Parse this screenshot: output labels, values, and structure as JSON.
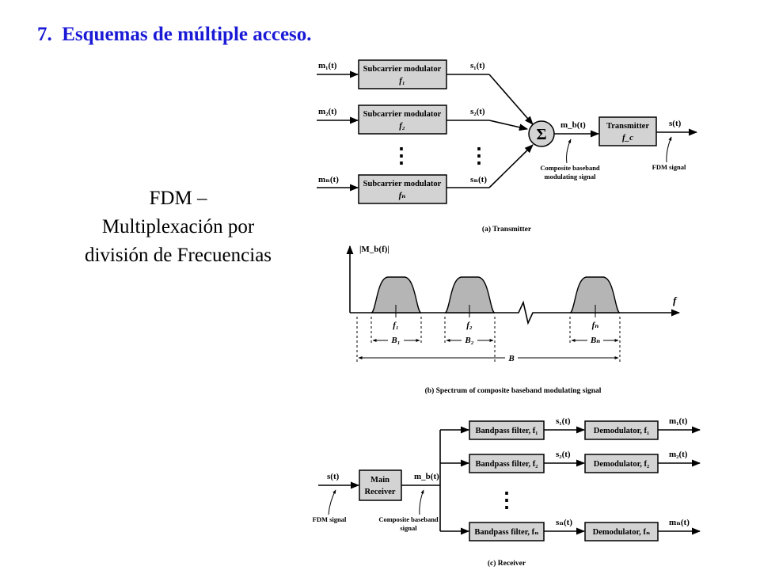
{
  "slide": {
    "title": "7.  Esquemas de múltiple acceso.",
    "subtitle_lines": [
      "FDM –",
      "Multiplexación por",
      "división de Frecuencias"
    ]
  },
  "transmitter": {
    "caption": "(a) Transmitter",
    "dots": "⋮",
    "channels": [
      {
        "input": "m₁(t)",
        "box_line1": "Subcarrier modulator",
        "box_line2": "f₁",
        "output": "s₁(t)"
      },
      {
        "input": "m₂(t)",
        "box_line1": "Subcarrier modulator",
        "box_line2": "f₂",
        "output": "s₂(t)"
      },
      {
        "input": "mₙ(t)",
        "box_line1": "Subcarrier modulator",
        "box_line2": "fₙ",
        "output": "sₙ(t)"
      }
    ],
    "sum_symbol": "Σ",
    "baseband_label": "m_b(t)",
    "tx_box_line1": "Transmitter",
    "tx_box_line2": "f_c",
    "output_label": "s(t)",
    "note_baseband_line1": "Composite baseband",
    "note_baseband_line2": "modulating signal",
    "note_fdm": "FDM signal"
  },
  "spectrum": {
    "caption": "(b) Spectrum of composite baseband modulating signal",
    "y_label": "|M_b(f)|",
    "x_label": "f",
    "bands": [
      {
        "center": "f₁",
        "width": "B₁"
      },
      {
        "center": "f₂",
        "width": "B₂"
      },
      {
        "center": "fₙ",
        "width": "Bₙ"
      }
    ],
    "total": "B"
  },
  "receiver": {
    "caption": "(c) Receiver",
    "input_label": "s(t)",
    "main_line1": "Main",
    "main_line2": "Receiver",
    "baseband_label": "m_b(t)",
    "note_fdm": "FDM signal",
    "note_baseband_line1": "Composite baseband",
    "note_baseband_line2": "signal",
    "dots": "⋮",
    "channels": [
      {
        "filter": "Bandpass filter, f₁",
        "mid": "s₁(t)",
        "demod": "Demodulator, f₁",
        "output": "m₁(t)"
      },
      {
        "filter": "Bandpass filter, f₂",
        "mid": "s₂(t)",
        "demod": "Demodulator, f₂",
        "output": "m₂(t)"
      },
      {
        "filter": "Bandpass filter, fₙ",
        "mid": "sₙ(t)",
        "demod": "Demodulator, fₙ",
        "output": "mₙ(t)"
      }
    ]
  }
}
